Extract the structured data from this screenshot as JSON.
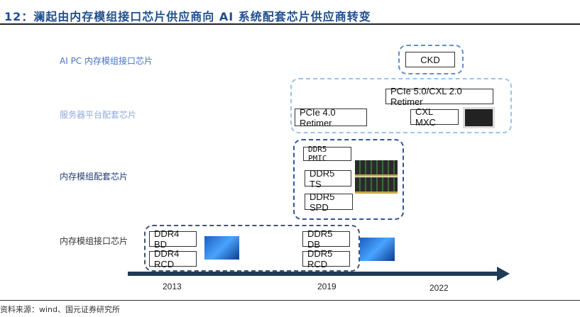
{
  "title": "12：澜起由内存模组接口芯片供应商向 AI 系统配套芯片供应商转变",
  "source": "资料来源：wind、国元证券研究所",
  "rows": {
    "ai_pc": "AI PC 内存模组接口芯片",
    "server": "服务器平台配套芯片",
    "module_support": "内存模组配套芯片",
    "module_interface": "内存模组接口芯片"
  },
  "chips": {
    "ckd": "CKD",
    "pcie5": "PCIe 5.0/CXL 2.0 Retimer",
    "pcie4": "PCIe 4.0 Retimer",
    "cxl": "CXL MXC",
    "pmic": "DDR5 PMIC",
    "ts": "DDR5 TS",
    "spd": "DDR5 SPD",
    "ddr4bd": "DDR4 BD",
    "ddr4rcd": "DDR4 RCD",
    "ddr5db": "DDR5 DB",
    "ddr5rcd": "DDR5 RCD"
  },
  "years": [
    "2013",
    "2019",
    "2022"
  ],
  "colors": {
    "title": "#1f4e8c",
    "axis": "#1f3b57"
  }
}
